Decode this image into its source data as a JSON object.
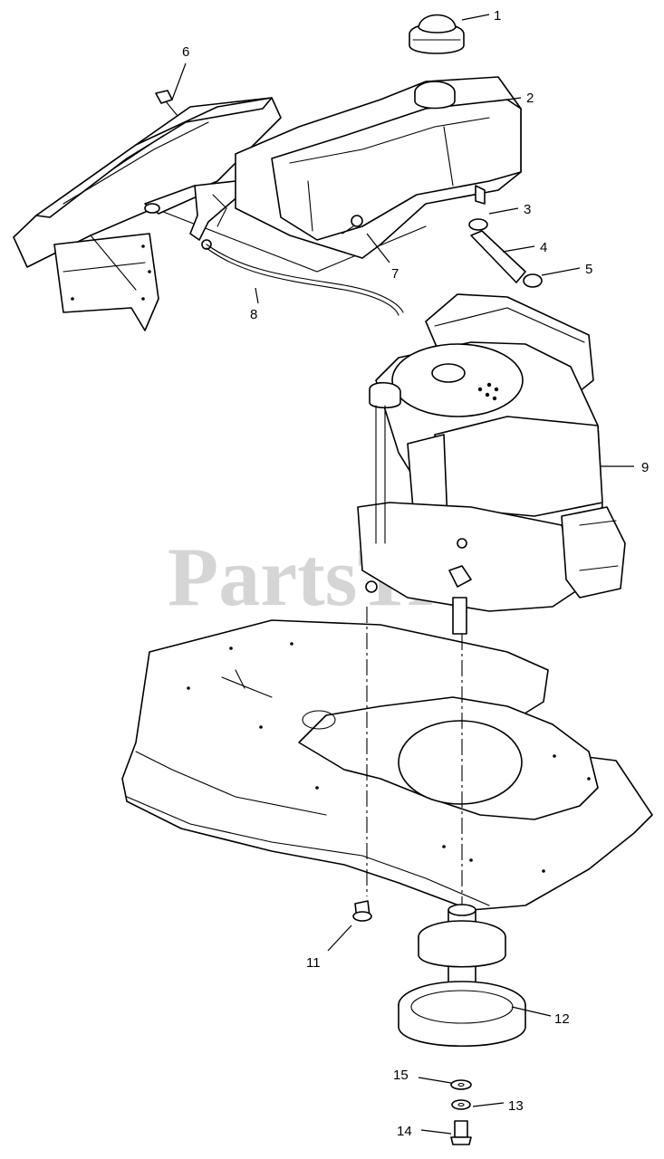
{
  "watermark": {
    "text": "PartsTree",
    "tm": "™"
  },
  "callouts": [
    {
      "id": "1",
      "text": "1"
    },
    {
      "id": "2",
      "text": "2"
    },
    {
      "id": "3",
      "text": "3"
    },
    {
      "id": "4",
      "text": "4"
    },
    {
      "id": "5",
      "text": "5"
    },
    {
      "id": "6",
      "text": "6"
    },
    {
      "id": "7",
      "text": "7"
    },
    {
      "id": "8",
      "text": "8"
    },
    {
      "id": "9",
      "text": "9"
    },
    {
      "id": "11",
      "text": "11"
    },
    {
      "id": "12",
      "text": "12"
    },
    {
      "id": "13",
      "text": "13"
    },
    {
      "id": "14",
      "text": "14"
    },
    {
      "id": "15",
      "text": "15"
    }
  ]
}
